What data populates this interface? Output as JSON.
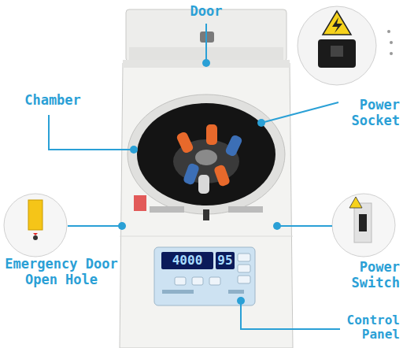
{
  "diagram": {
    "labels": [
      "Door",
      "Chamber",
      "Power Socket",
      "Emergency Door Open Hole",
      "Power Switch",
      "Control Panel",
      "4000",
      "95"
    ]
  }
}
